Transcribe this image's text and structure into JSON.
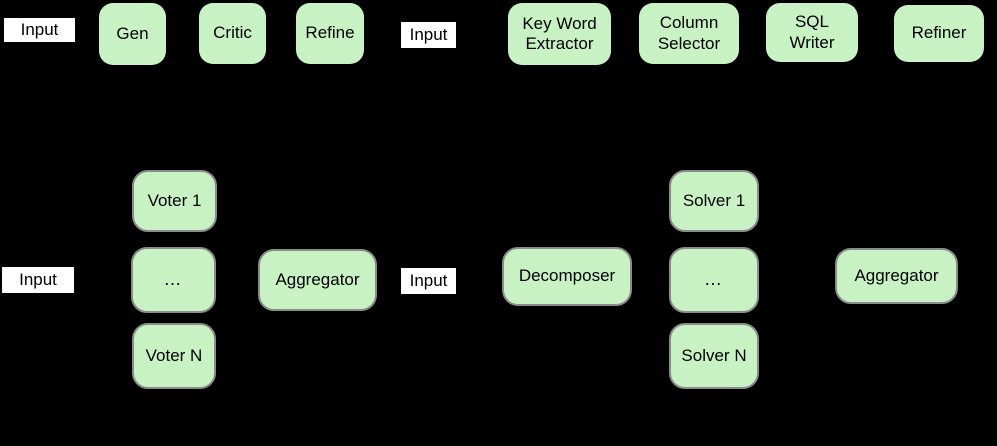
{
  "diagram": {
    "background": "#000000",
    "colors": {
      "agent_fill": "#c9f2c4",
      "agent_border": "#8b8b8b",
      "input_fill": "#ffffff",
      "input_border": "#000000",
      "text": "#000000"
    },
    "top_row": {
      "input_left": "Input",
      "gen": "Gen",
      "critic": "Critic",
      "refine": "Refine",
      "input_right": "Input",
      "keyword_extractor": "Key Word\nExtractor",
      "column_selector": "Column\nSelector",
      "sql_writer": "SQL\nWriter",
      "refiner": "Refiner"
    },
    "middle_row": {
      "input_left": "Input",
      "voter_1": "Voter 1",
      "voter_dots": "…",
      "voter_n": "Voter N",
      "aggregator_left": "Aggregator",
      "input_right": "Input",
      "decomposer": "Decomposer",
      "solver_1": "Solver 1",
      "solver_dots": "…",
      "solver_n": "Solver N",
      "aggregator_right": "Aggregator"
    }
  }
}
